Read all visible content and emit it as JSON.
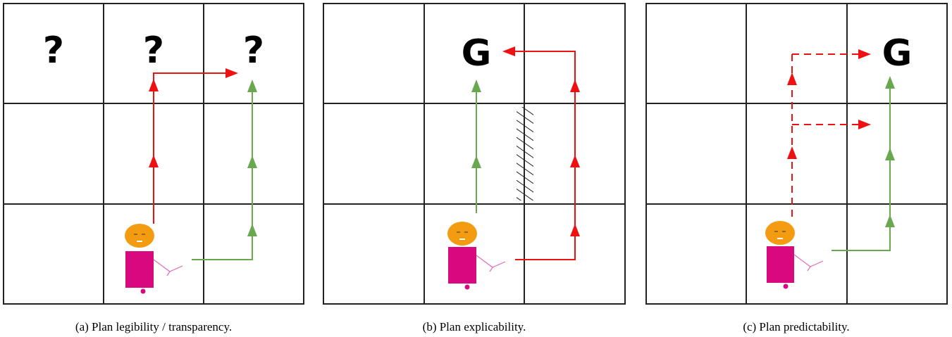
{
  "panels": [
    {
      "caption": "(a) Plan legibility / transparency.",
      "question_mark": "?"
    },
    {
      "caption": "(b) Plan explicability.",
      "goal_label": "G"
    },
    {
      "caption": "(c) Plan predictability.",
      "goal_label": "G"
    }
  ],
  "colors": {
    "grid_line": "#222222",
    "red_path": "#ee1111",
    "green_path": "#6aa84f",
    "robot_head": "#f39c12",
    "robot_body": "#d8087f",
    "robot_arm": "#e36ab0"
  },
  "icons": [
    "robot-icon",
    "question-mark-icon",
    "goal-icon",
    "obstacle-icon",
    "arrow-icon"
  ]
}
